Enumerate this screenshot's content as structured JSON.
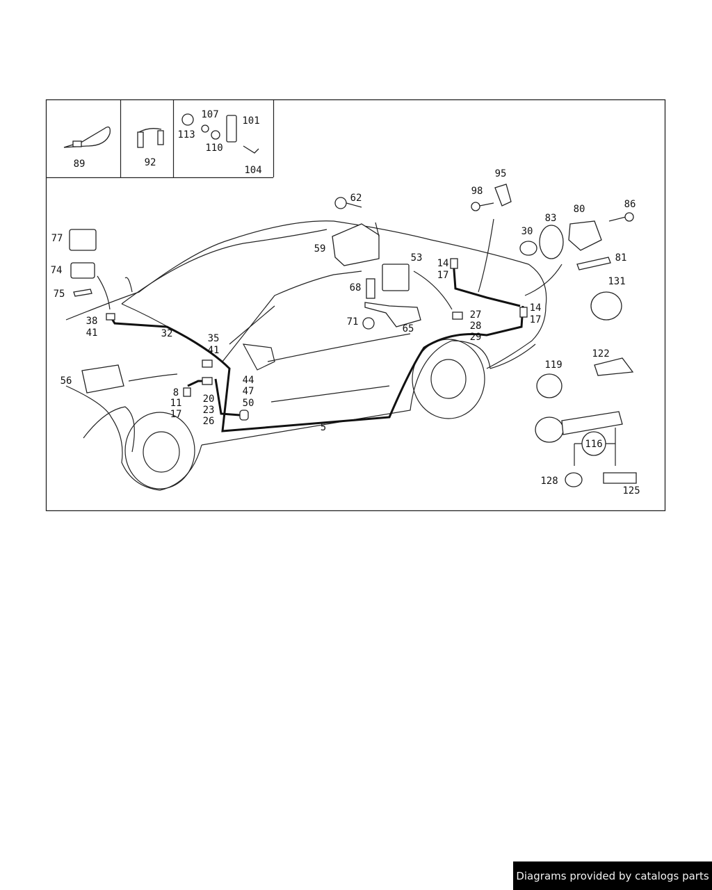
{
  "inset_labels": {
    "cable_tie": "89",
    "clip": "92",
    "nut": "113",
    "washer_a": "107",
    "washer_b": "110",
    "connector_plate": "101",
    "screw": "104"
  },
  "callouts": {
    "p62": "62",
    "p95": "95",
    "p98": "98",
    "p86": "86",
    "p80": "80",
    "p83": "83",
    "p30": "30",
    "p77": "77",
    "p59": "59",
    "p53": "53",
    "p14a": "14",
    "p17a": "17",
    "p81": "81",
    "p74": "74",
    "p131": "131",
    "p68": "68",
    "p75": "75",
    "p14b": "14",
    "p17b": "17",
    "p38": "38",
    "p41a": "41",
    "p71": "71",
    "p27": "27",
    "p65": "65",
    "p28": "28",
    "p29": "29",
    "p32": "32",
    "p35": "35",
    "p41b": "41",
    "p122": "122",
    "p119": "119",
    "p56": "56",
    "p44": "44",
    "p47": "47",
    "p50": "50",
    "p8": "8",
    "p20": "20",
    "p11": "11",
    "p23": "23",
    "p17c": "17",
    "p26": "26",
    "p5": "5",
    "p116": "116",
    "p128": "128",
    "p125": "125"
  },
  "footer": {
    "credit": "Diagrams provided by catalogs parts"
  }
}
